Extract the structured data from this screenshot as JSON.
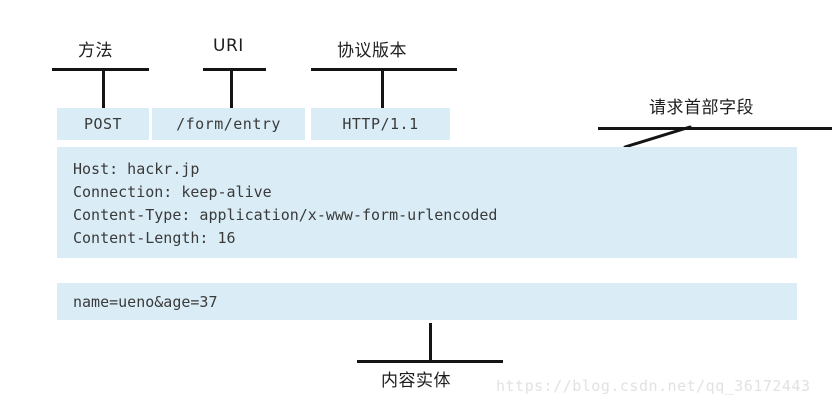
{
  "diagram": {
    "title_caption_method": "方法",
    "title_caption_uri": "URI",
    "title_caption_version": "协议版本",
    "caption_request_headers": "请求首部字段",
    "caption_message_body": "内容实体",
    "colors": {
      "box_fill": "#daedf7",
      "line": "#141414",
      "mono_text": "#3a3a3a",
      "label_text": "#1d1d1d",
      "watermark": "#e2e2e2",
      "page_background": "#ffffff"
    }
  },
  "request_line": {
    "method": "POST",
    "uri": "/form/entry",
    "version": "HTTP/1.1"
  },
  "request_headers": {
    "lines": [
      "Host: hackr.jp",
      "Connection: keep-alive",
      "Content-Type: application/x-www-form-urlencoded",
      "Content-Length: 16"
    ]
  },
  "request_body": {
    "content": "name=ueno&age=37"
  },
  "watermark": {
    "text": "https://blog.csdn.net/qq_36172443"
  }
}
